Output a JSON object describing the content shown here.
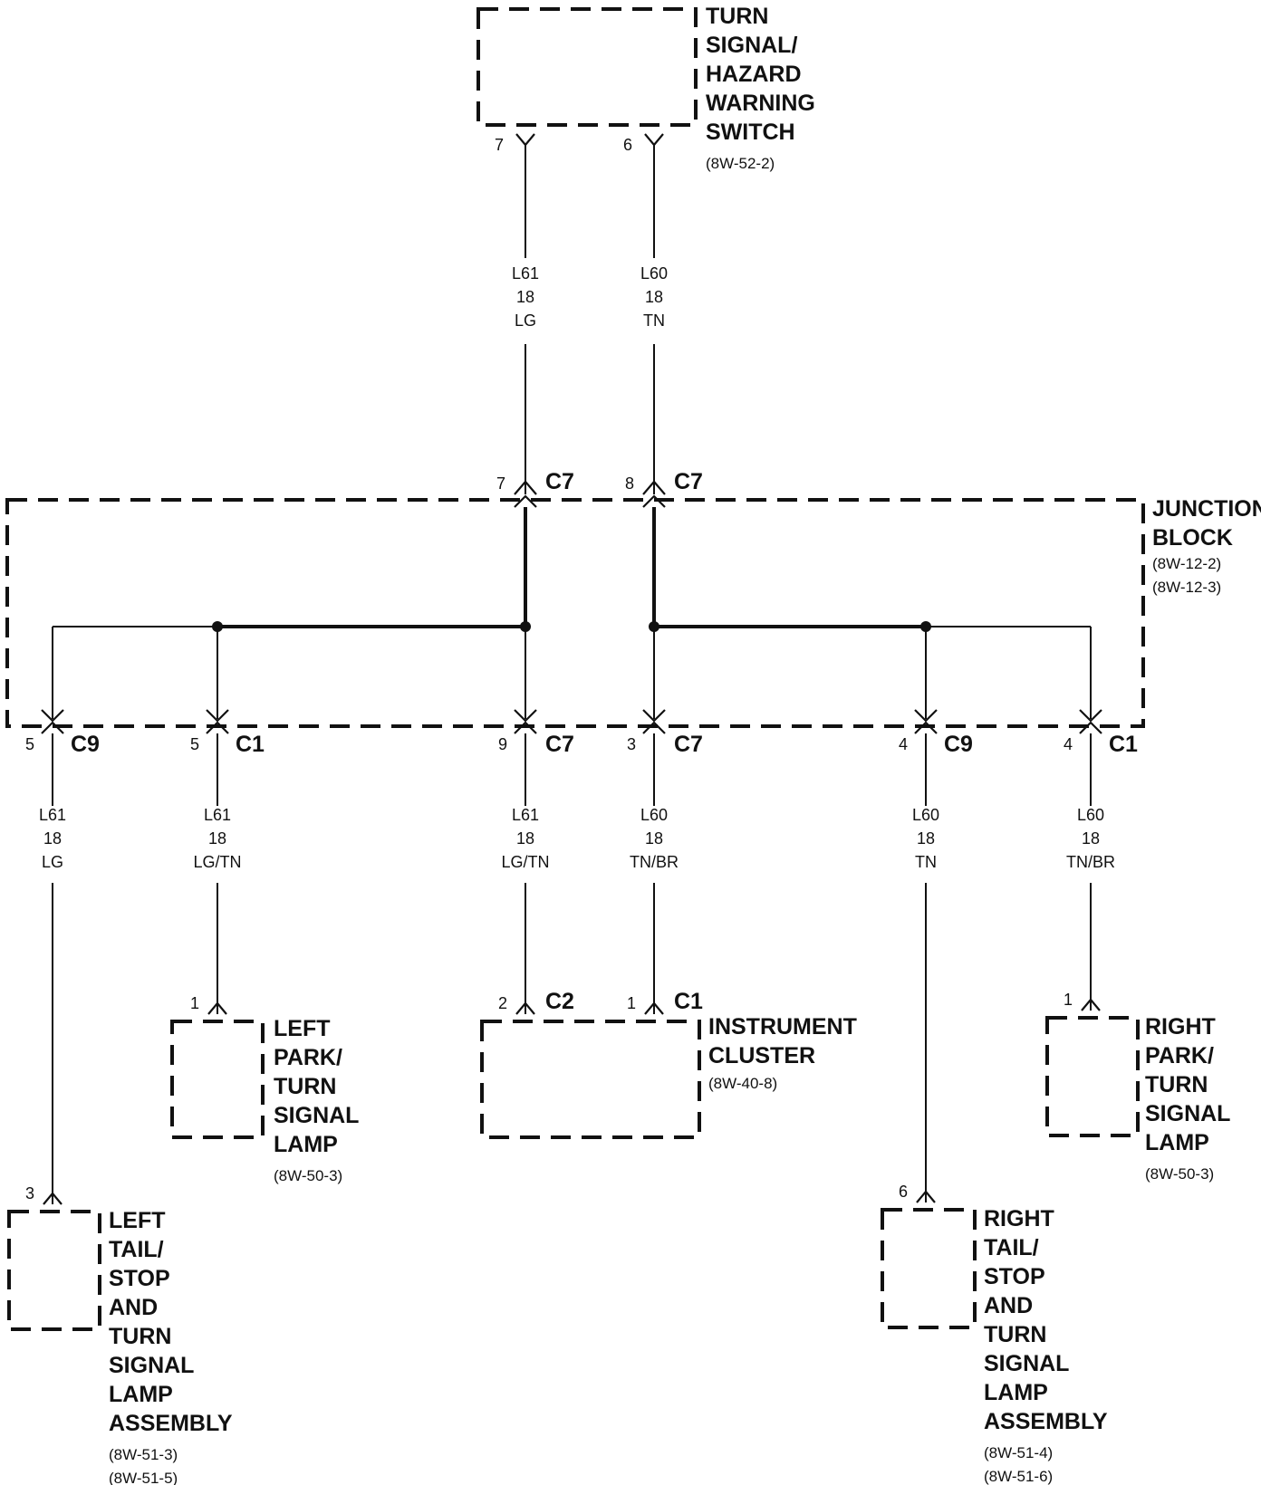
{
  "components": {
    "hazard_switch": {
      "lines": [
        "TURN",
        "SIGNAL/",
        "HAZARD",
        "WARNING",
        "SWITCH"
      ],
      "refs": [
        "(8W-52-2)"
      ]
    },
    "junction_block": {
      "lines": [
        "JUNCTION",
        "BLOCK"
      ],
      "refs": [
        "(8W-12-2)",
        "(8W-12-3)"
      ]
    },
    "left_park_lamp": {
      "lines": [
        "LEFT",
        "PARK/",
        "TURN",
        "SIGNAL",
        "LAMP"
      ],
      "refs": [
        "(8W-50-3)"
      ]
    },
    "instrument_cluster": {
      "lines": [
        "INSTRUMENT",
        "CLUSTER"
      ],
      "refs": [
        "(8W-40-8)"
      ]
    },
    "right_park_lamp": {
      "lines": [
        "RIGHT",
        "PARK/",
        "TURN",
        "SIGNAL",
        "LAMP"
      ],
      "refs": [
        "(8W-50-3)"
      ]
    },
    "left_tail_lamp": {
      "lines": [
        "LEFT",
        "TAIL/",
        "STOP",
        "AND",
        "TURN",
        "SIGNAL",
        "LAMP",
        "ASSEMBLY"
      ],
      "refs": [
        "(8W-51-3)",
        "(8W-51-5)"
      ]
    },
    "right_tail_lamp": {
      "lines": [
        "RIGHT",
        "TAIL/",
        "STOP",
        "AND",
        "TURN",
        "SIGNAL",
        "LAMP",
        "ASSEMBLY"
      ],
      "refs": [
        "(8W-51-4)",
        "(8W-51-6)"
      ]
    }
  },
  "connectors": {
    "sw_pin7": {
      "pin": "7",
      "name": ""
    },
    "sw_pin6": {
      "pin": "6",
      "name": ""
    },
    "jb_in_l61": {
      "pin": "7",
      "name": "C7"
    },
    "jb_in_l60": {
      "pin": "8",
      "name": "C7"
    },
    "jb_out_c9_l61": {
      "pin": "5",
      "name": "C9"
    },
    "jb_out_c1_l61": {
      "pin": "5",
      "name": "C1"
    },
    "jb_out_c7_l61": {
      "pin": "9",
      "name": "C7"
    },
    "jb_out_c7_l60": {
      "pin": "3",
      "name": "C7"
    },
    "jb_out_c9_l60": {
      "pin": "4",
      "name": "C9"
    },
    "jb_out_c1_l60": {
      "pin": "4",
      "name": "C1"
    },
    "lpark_pin": {
      "pin": "1",
      "name": ""
    },
    "cluster_c2": {
      "pin": "2",
      "name": "C2"
    },
    "cluster_c1": {
      "pin": "1",
      "name": "C1"
    },
    "rpark_pin": {
      "pin": "1",
      "name": ""
    },
    "ltail_pin": {
      "pin": "3",
      "name": ""
    },
    "rtail_pin": {
      "pin": "6",
      "name": ""
    }
  },
  "wires": {
    "sw_l61": {
      "circuit": "L61",
      "gauge": "18",
      "color": "LG"
    },
    "sw_l60": {
      "circuit": "L60",
      "gauge": "18",
      "color": "TN"
    },
    "ltail_l61": {
      "circuit": "L61",
      "gauge": "18",
      "color": "LG"
    },
    "lpark_l61": {
      "circuit": "L61",
      "gauge": "18",
      "color": "LG/TN"
    },
    "cluster_l61": {
      "circuit": "L61",
      "gauge": "18",
      "color": "LG/TN"
    },
    "cluster_l60": {
      "circuit": "L60",
      "gauge": "18",
      "color": "TN/BR"
    },
    "rtail_l60": {
      "circuit": "L60",
      "gauge": "18",
      "color": "TN"
    },
    "rpark_l60": {
      "circuit": "L60",
      "gauge": "18",
      "color": "TN/BR"
    }
  }
}
